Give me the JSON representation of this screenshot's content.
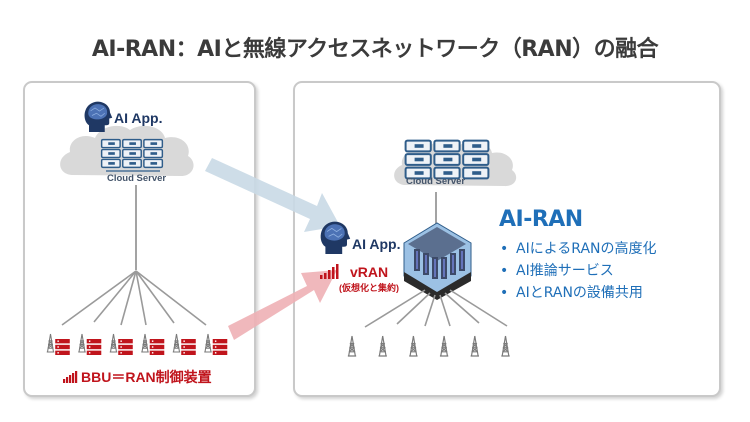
{
  "title": "AI-RAN：AIと無線アクセスネットワーク（RAN）の融合",
  "colors": {
    "title_text": "#3b3b3b",
    "accent_blue": "#1f6fb8",
    "dark_navy": "#1f3864",
    "bbu_red": "#c0141c",
    "panel_border": "#c9c9c9",
    "arrow_blue": "#c9d9e6",
    "arrow_red": "#eeb0b5"
  },
  "left_panel": {
    "ai_app_label": "AI App.",
    "cloud_label": "Cloud Server",
    "tower_count": 6,
    "bbu_label": "BBU＝RAN制御装置",
    "icons": [
      "head-icon",
      "server-rack-icon",
      "cell-tower-icon",
      "bbu-unit-icon",
      "signal-bars-icon"
    ]
  },
  "right_panel": {
    "cloud_label": "Cloud Server",
    "ai_app_label": "AI App.",
    "vran_label": "vRAN",
    "vran_sublabel": "(仮想化と集約)",
    "tower_count": 6,
    "ai_ran": {
      "heading": "AI-RAN",
      "bullets": [
        "AIによるRANの高度化",
        "AI推論サービス",
        "AIとRANの設備共用"
      ]
    }
  },
  "arrows": [
    {
      "from": "left-ai-app",
      "to": "right-ai-app",
      "color": "blue"
    },
    {
      "from": "left-bbu",
      "to": "right-vran",
      "color": "red"
    }
  ]
}
